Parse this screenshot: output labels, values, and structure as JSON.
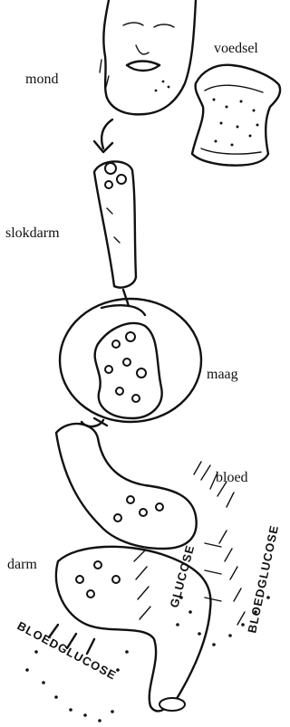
{
  "labels": {
    "mond": "mond",
    "voedsel": "voedsel",
    "slokdarm": "slokdarm",
    "maag": "maag",
    "bloed": "bloed",
    "darm": "darm"
  },
  "annotations": {
    "glucose": "GLUCOSE",
    "bloedglucose_right": "BLOEDGLUCOSE",
    "bloedglucose_left": "BLOEDGLUCOSE"
  }
}
